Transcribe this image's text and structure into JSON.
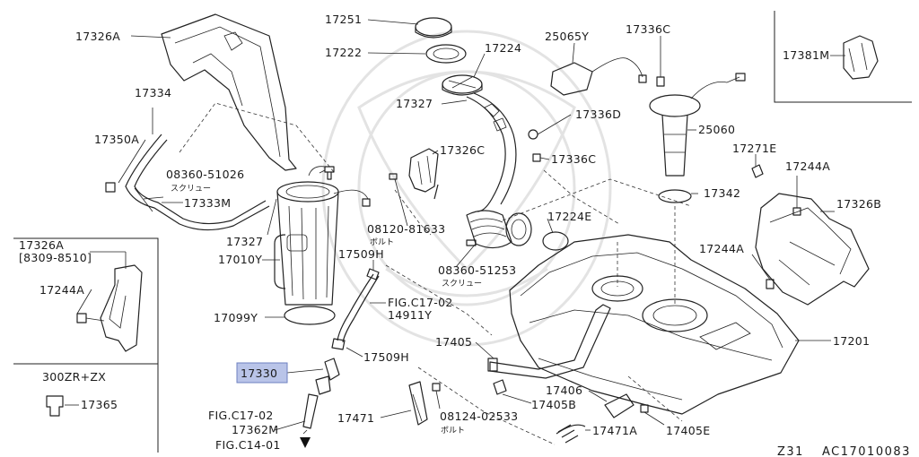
{
  "callouts": [
    {
      "id": "17326A",
      "text": "17326A"
    },
    {
      "id": "17334",
      "text": "17334"
    },
    {
      "id": "17350A",
      "text": "17350A"
    },
    {
      "id": "17333M",
      "text": "17333M"
    },
    {
      "id": "17327-left",
      "text": "17327"
    },
    {
      "id": "17010Y",
      "text": "17010Y"
    },
    {
      "id": "17099Y",
      "text": "17099Y"
    },
    {
      "id": "17330",
      "text": "17330"
    },
    {
      "id": "fig-c17-02-bottom",
      "text": "FIG.C17-02"
    },
    {
      "id": "17362M",
      "text": "17362M"
    },
    {
      "id": "fig-c14-01",
      "text": "FIG.C14-01"
    },
    {
      "id": "08360-51026",
      "text": "08360-51026"
    },
    {
      "id": "08120-81633",
      "text": "08120-81633"
    },
    {
      "id": "17509H-top",
      "text": "17509H"
    },
    {
      "id": "fig-c17-02-mid",
      "text": "FIG.C17-02"
    },
    {
      "id": "14911Y",
      "text": "14911Y"
    },
    {
      "id": "17509H-bottom",
      "text": "17509H"
    },
    {
      "id": "17471",
      "text": "17471"
    },
    {
      "id": "08124-02533",
      "text": "08124-02533"
    },
    {
      "id": "17251",
      "text": "17251"
    },
    {
      "id": "17222",
      "text": "17222"
    },
    {
      "id": "17224",
      "text": "17224"
    },
    {
      "id": "17327-center",
      "text": "17327"
    },
    {
      "id": "17326C",
      "text": "17326C"
    },
    {
      "id": "08360-51253",
      "text": "08360-51253"
    },
    {
      "id": "17224E",
      "text": "17224E"
    },
    {
      "id": "17405",
      "text": "17405"
    },
    {
      "id": "17406",
      "text": "17406"
    },
    {
      "id": "17405B",
      "text": "17405B"
    },
    {
      "id": "17471A",
      "text": "17471A"
    },
    {
      "id": "17405E",
      "text": "17405E"
    },
    {
      "id": "25065Y",
      "text": "25065Y"
    },
    {
      "id": "17336C-top",
      "text": "17336C"
    },
    {
      "id": "17336D",
      "text": "17336D"
    },
    {
      "id": "17336C-mid",
      "text": "17336C"
    },
    {
      "id": "25060",
      "text": "25060"
    },
    {
      "id": "17342",
      "text": "17342"
    },
    {
      "id": "17271E",
      "text": "17271E"
    },
    {
      "id": "17244A-right-top",
      "text": "17244A"
    },
    {
      "id": "17326B",
      "text": "17326B"
    },
    {
      "id": "17244A-right-mid",
      "text": "17244A"
    },
    {
      "id": "17201",
      "text": "17201"
    },
    {
      "id": "17381M",
      "text": "17381M"
    }
  ],
  "jp_notes": [
    {
      "id": "sukuryu-1",
      "text": "スクリュー"
    },
    {
      "id": "boruto-1",
      "text": "ボルト"
    },
    {
      "id": "sukuryu-2",
      "text": "スクリュー"
    },
    {
      "id": "boruto-2",
      "text": "ボルト"
    }
  ],
  "left_inset": {
    "part_a": "17326A",
    "date_range": "[8309-8510]",
    "part_b": "17244A",
    "variant": "300ZR+ZX",
    "part_c": "17365"
  },
  "selected_part": "17330",
  "footer": {
    "model": "Z31",
    "diagram_code": "AC17010083"
  },
  "colors": {
    "highlight_fill": "#b9c4e8",
    "highlight_stroke": "#6e80c0",
    "line": "#222222",
    "watermark": "#e3e3e3"
  }
}
